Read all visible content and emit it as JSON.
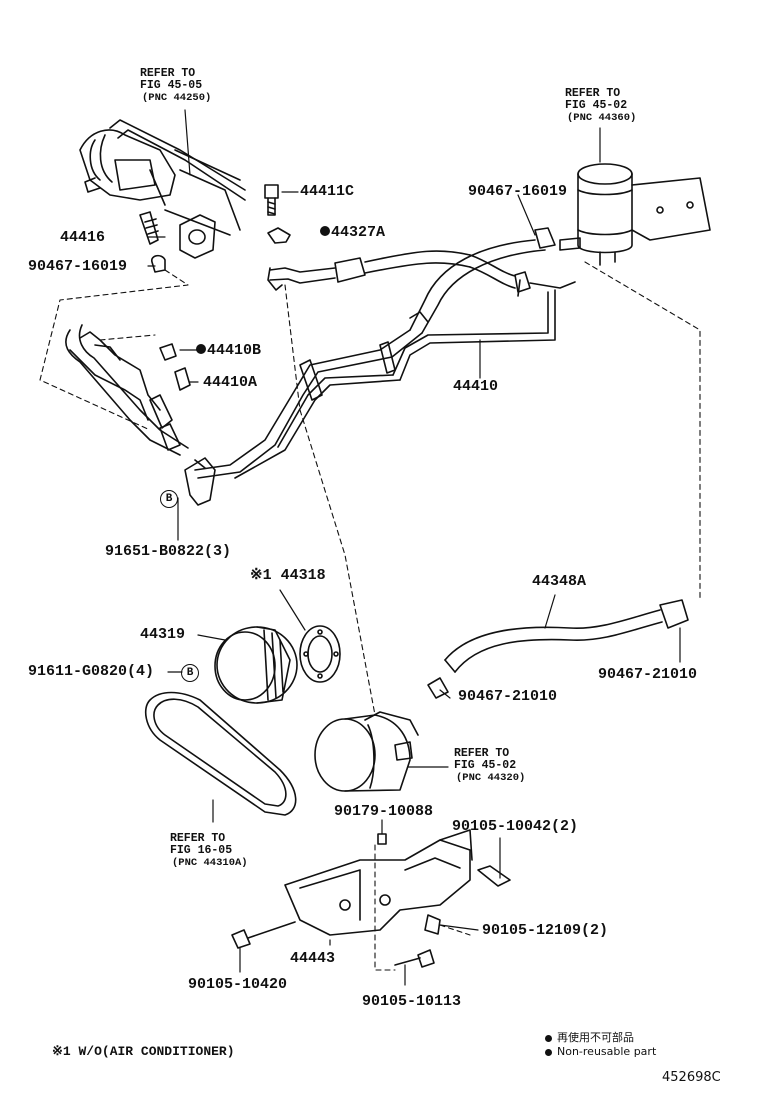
{
  "refs": {
    "fig45_05": {
      "l1": "REFER TO",
      "l2": "FIG 45-05",
      "l3": "(PNC 44250)"
    },
    "fig45_02_top": {
      "l1": "REFER TO",
      "l2": "FIG 45-02",
      "l3": "(PNC 44360)"
    },
    "fig45_02_pump": {
      "l1": "REFER TO",
      "l2": "FIG 45-02",
      "l3": "(PNC 44320)"
    },
    "fig16_05": {
      "l1": "REFER TO",
      "l2": "FIG 16-05",
      "l3": "(PNC 44310A)"
    }
  },
  "parts": {
    "p44411C": "44411C",
    "p44327A": "44327A",
    "p90467_16019_top": "90467-16019",
    "p44416": "44416",
    "p90467_16019_left": "90467-16019",
    "p44410B": "44410B",
    "p44410A": "44410A",
    "p44410": "44410",
    "p91651": "91651-B0822(3)",
    "p44318": "※1 44318",
    "p44319": "44319",
    "p91611": "91611-G0820(4)",
    "p44348A": "44348A",
    "p90467_21010_right": "90467-21010",
    "p90467_21010_mid": "90467-21010",
    "p90179": "90179-10088",
    "p90105_10042": "90105-10042(2)",
    "p90105_12109": "90105-12109(2)",
    "p44443": "44443",
    "p90105_10420": "90105-10420",
    "p90105_10113": "90105-10113"
  },
  "bolt_marks": {
    "b1": "B",
    "b2": "B"
  },
  "footnote": "※1 W/O(AIR CONDITIONER)",
  "legend": {
    "jp": "再使用不可部品",
    "en": "Non-reusable part"
  },
  "figure_id": "452698C"
}
